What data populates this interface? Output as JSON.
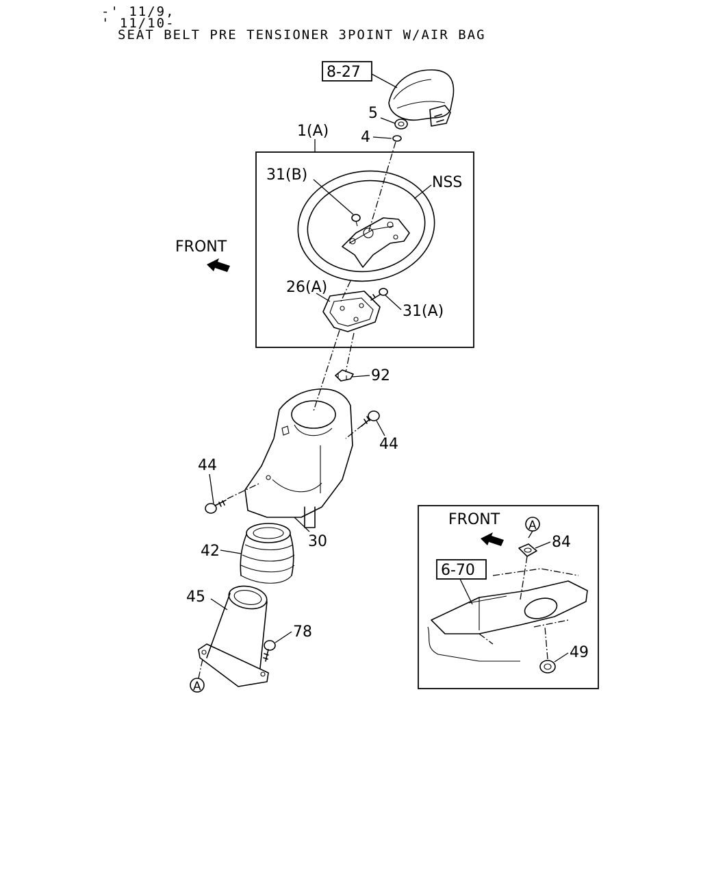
{
  "header": {
    "line1": "-' 11/9,",
    "line2": "' 11/10-",
    "title": "SEAT BELT PRE TENSIONER 3POINT W/AIR BAG"
  },
  "labels": {
    "ref_8_27": "8-27",
    "part_5": "5",
    "part_4": "4",
    "part_1a": "1(A)",
    "part_31b": "31(B)",
    "nss": "NSS",
    "front_main": "FRONT",
    "part_26a": "26(A)",
    "part_31a": "31(A)",
    "part_92": "92",
    "part_44_right": "44",
    "part_44_left": "44",
    "part_30": "30",
    "part_42": "42",
    "part_45": "45",
    "part_78": "78",
    "marker_a_main": "A",
    "front_inset": "FRONT",
    "marker_a_inset": "A",
    "part_84": "84",
    "ref_6_70": "6-70",
    "part_49": "49"
  },
  "icons": [
    "front-arrow-icon"
  ]
}
